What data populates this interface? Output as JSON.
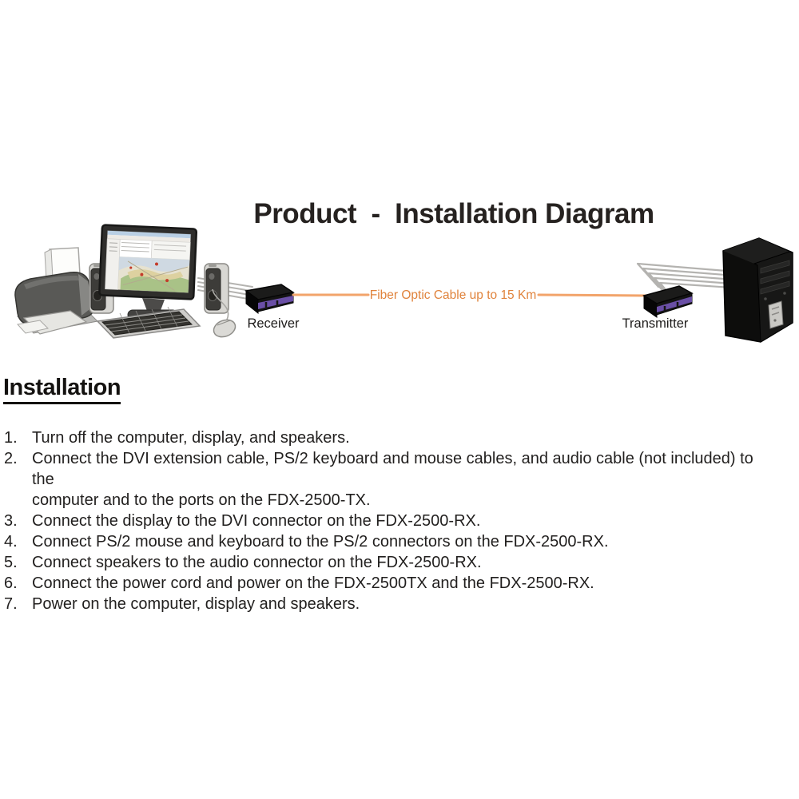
{
  "title": "Product  -  Installation Diagram",
  "diagram": {
    "receiver_label": "Receiver",
    "transmitter_label": "Transmitter",
    "fiber_label": "Fiber Optic Cable up to 15 Km",
    "colors": {
      "fiber_line": "#f2a46b",
      "fiber_text": "#e0833c",
      "accent_purple": "#6a4fa6"
    }
  },
  "section": {
    "heading": "Installation"
  },
  "steps": [
    {
      "num": "1.",
      "text": "Turn off the computer, display, and speakers."
    },
    {
      "num": "2.",
      "text": "Connect the DVI extension cable, PS/2 keyboard and mouse cables, and audio cable (not included) to the\ncomputer and to the ports on the FDX-2500-TX."
    },
    {
      "num": "3.",
      "text": "Connect the display to the DVI connector on the FDX-2500-RX."
    },
    {
      "num": "4.",
      "text": "Connect PS/2 mouse and keyboard to the PS/2 connectors on the FDX-2500-RX."
    },
    {
      "num": "5.",
      "text": "Connect speakers to the audio connector on the FDX-2500-RX."
    },
    {
      "num": "6.",
      "text": "Connect the power cord and power on the FDX-2500TX and the FDX-2500-RX."
    },
    {
      "num": "7.",
      "text": "Power on the computer, display and speakers."
    }
  ]
}
